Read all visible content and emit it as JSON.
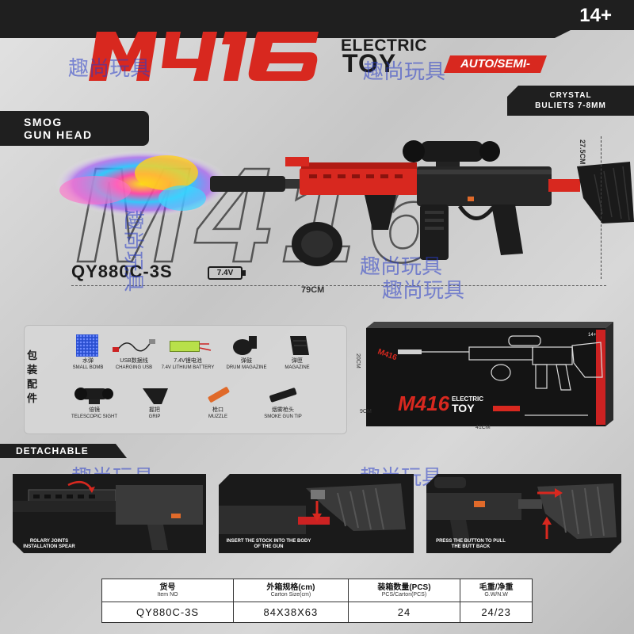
{
  "header": {
    "age_rating": "14+",
    "logo_text": "M416",
    "electric": "ELECTRIC",
    "toy": "TOY",
    "mode_badge": "AUTO/SEMI-AUTO",
    "crystal_line1": "CRYSTAL",
    "crystal_line2": "BULIETS 7-8MM",
    "smog_line1": "SMOG",
    "smog_line2": "GUN HEAD"
  },
  "watermark": "趣尚玩具",
  "product": {
    "model": "QY880C-3S",
    "battery": "7.4V",
    "height_dim": "27.5CM",
    "width_dim": "79CM",
    "background_text": "M416"
  },
  "accessories": {
    "label": "包装配件",
    "items": [
      {
        "cn": "水弹",
        "en": "SMALL BOMB",
        "icon": "water-beads-icon"
      },
      {
        "cn": "USB数据线",
        "en": "CHARGING USB",
        "icon": "usb-cable-icon"
      },
      {
        "cn": "7.4V锂电池",
        "en": "7.4V LITHIUM BATTERY",
        "icon": "battery-icon"
      },
      {
        "cn": "弹鼓",
        "en": "DRUM MAGAZINE",
        "icon": "drum-magazine-icon"
      },
      {
        "cn": "弹匣",
        "en": "MAGAZINE",
        "icon": "magazine-icon"
      },
      {
        "cn": "倍镜",
        "en": "TELESCOPIC SIGHT",
        "icon": "scope-icon"
      },
      {
        "cn": "握把",
        "en": "GRIP",
        "icon": "grip-icon"
      },
      {
        "cn": "枪口",
        "en": "MUZZLE",
        "icon": "muzzle-icon"
      },
      {
        "cn": "烟雾枪头",
        "en": "SMOKE GUN TIP",
        "icon": "smoke-tip-icon"
      }
    ]
  },
  "box": {
    "logo": "M416",
    "electric": "ELECTRIC",
    "toy": "TOY",
    "age": "14+",
    "dim_h": "20CM",
    "dim_d": "9CM",
    "dim_w": "41CM"
  },
  "detachable": {
    "label": "DETACHABLE",
    "steps": [
      {
        "caption": "ROLARY JOINTS INSTALLATION SPEAR"
      },
      {
        "caption": "INSERT THE STOCK INTO THE BODY OF THE GUN"
      },
      {
        "caption": "PRESS THE BUTTON TO PULL THE BUTT BACK"
      }
    ]
  },
  "spec_table": {
    "headers": [
      {
        "cn": "货号",
        "en": "Item NO"
      },
      {
        "cn": "外箱规格(cm)",
        "en": "Carton Size(cm)"
      },
      {
        "cn": "装箱数量(PCS)",
        "en": "PCS/Carton(PCS)"
      },
      {
        "cn": "毛重/净重",
        "en": "G.W/N.W"
      }
    ],
    "values": [
      "QY880C-3S",
      "84X38X63",
      "24",
      "24/23"
    ]
  },
  "colors": {
    "brand_red": "#d8281f",
    "dark": "#1f1f1f",
    "watermark": "#3c3cc8"
  }
}
